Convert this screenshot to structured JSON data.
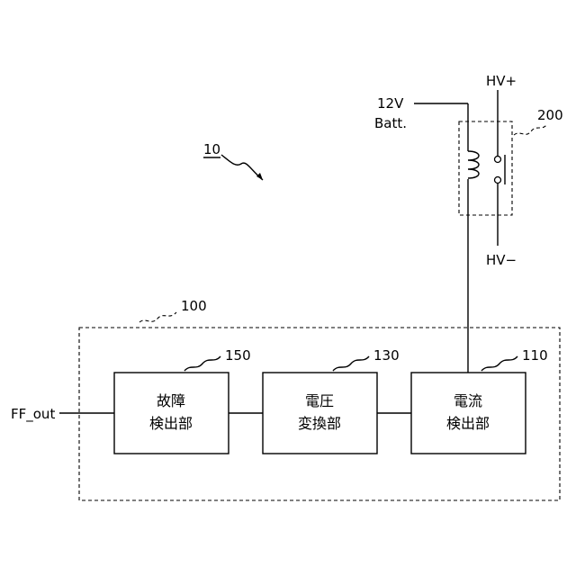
{
  "figure_ref": "10",
  "module": {
    "ref": "100"
  },
  "relay": {
    "ref": "200",
    "supply": "12V",
    "supply2": "Batt.",
    "hv_plus": "HV+",
    "hv_minus": "HV−"
  },
  "blocks": [
    {
      "ref": "150",
      "line1": "故障",
      "line2": "検出部"
    },
    {
      "ref": "130",
      "line1": "電圧",
      "line2": "変換部"
    },
    {
      "ref": "110",
      "line1": "電流",
      "line2": "検出部"
    }
  ],
  "output_signal": "FF_out"
}
